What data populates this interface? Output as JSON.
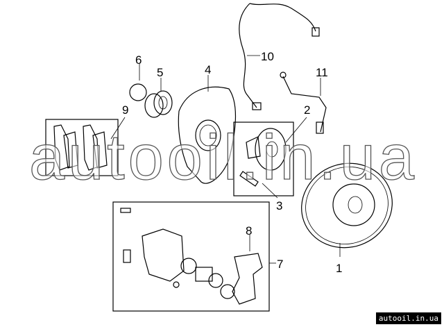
{
  "callouts": {
    "c1": "1",
    "c2": "2",
    "c3": "3",
    "c4": "4",
    "c5": "5",
    "c6": "6",
    "c7": "7",
    "c8": "8",
    "c9": "9",
    "c10": "10",
    "c11": "11"
  },
  "watermark": "autooil.in.ua",
  "badge": "autooil.in.ua"
}
